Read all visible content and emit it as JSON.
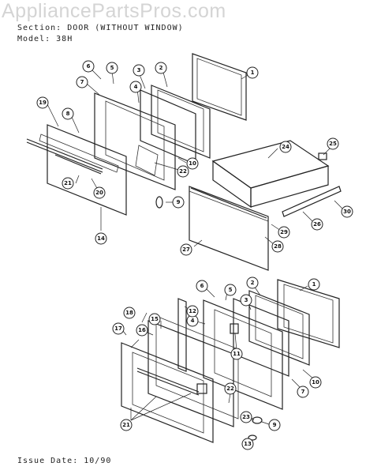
{
  "watermark": "AppliancePartsPros.com",
  "header": {
    "section_label": "Section:",
    "section_value": "DOOR (WITHOUT WINDOW)",
    "model_label": "Model:",
    "model_value": "38H"
  },
  "footer": {
    "issue_label": "Issue Date:",
    "issue_value": "10/90"
  },
  "callouts": {
    "upper": [
      "1",
      "2",
      "3",
      "4",
      "5",
      "6",
      "7",
      "8",
      "9",
      "10",
      "14",
      "19",
      "20",
      "21",
      "22",
      "24",
      "25",
      "26",
      "27",
      "28",
      "29",
      "30"
    ],
    "lower": [
      "1",
      "2",
      "3",
      "4",
      "5",
      "6",
      "7",
      "9",
      "10",
      "11",
      "12",
      "13",
      "15",
      "16",
      "17",
      "18",
      "21",
      "22",
      "23"
    ]
  }
}
